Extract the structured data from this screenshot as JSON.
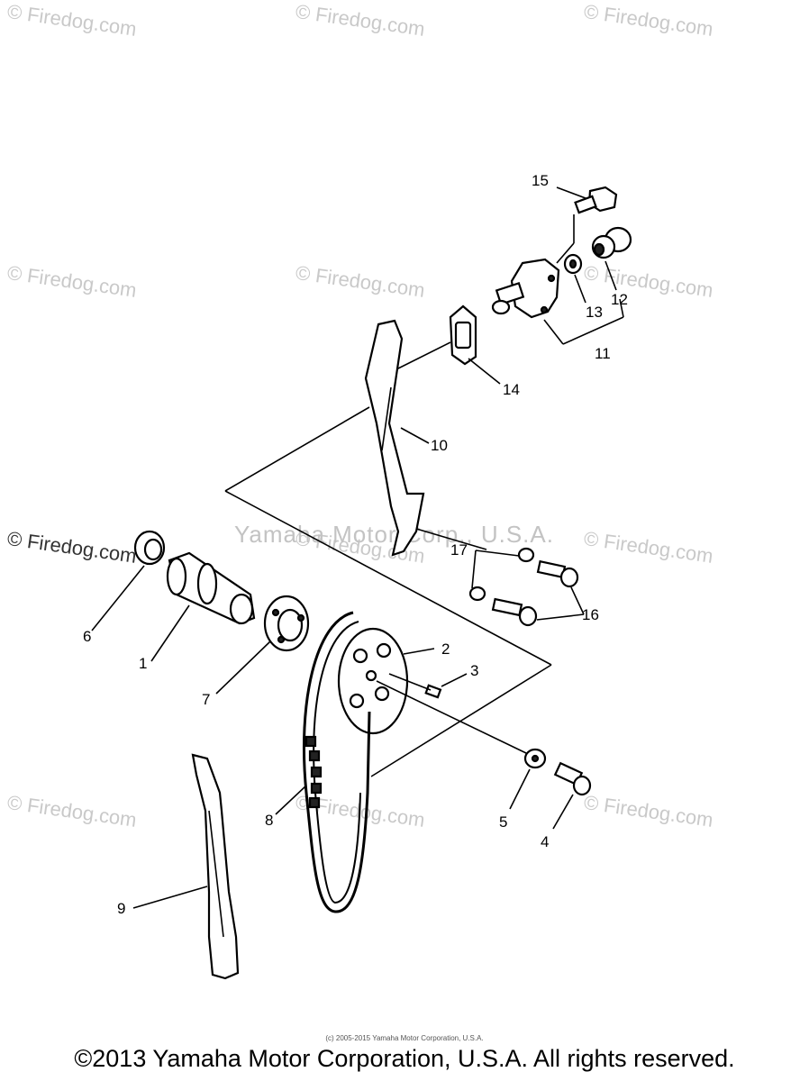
{
  "watermarks": [
    "© Firedog.com",
    "© Firedog.com",
    "© Firedog.com",
    "© Firedog.com",
    "© Firedog.com",
    "© Firedog.com",
    "© Firedog.com",
    "© Firedog.com",
    "© Firedog.com",
    "© Firedog.com",
    "© Firedog.com",
    "© Firedog.com"
  ],
  "center_watermark": "Yamaha Motor Corp., U.S.A.",
  "small_copyright": "(c) 2005-2015 Yamaha Motor Corporation, U.S.A.",
  "footer": "©2013 Yamaha Motor Corporation, U.S.A. All rights reserved.",
  "labels": {
    "p1": "1",
    "p2": "2",
    "p3": "3",
    "p4": "4",
    "p5": "5",
    "p6": "6",
    "p7": "7",
    "p8": "8",
    "p9": "9",
    "p10": "10",
    "p11": "11",
    "p12": "12",
    "p13": "13",
    "p14": "14",
    "p15": "15",
    "p16": "16",
    "p17": "17"
  }
}
